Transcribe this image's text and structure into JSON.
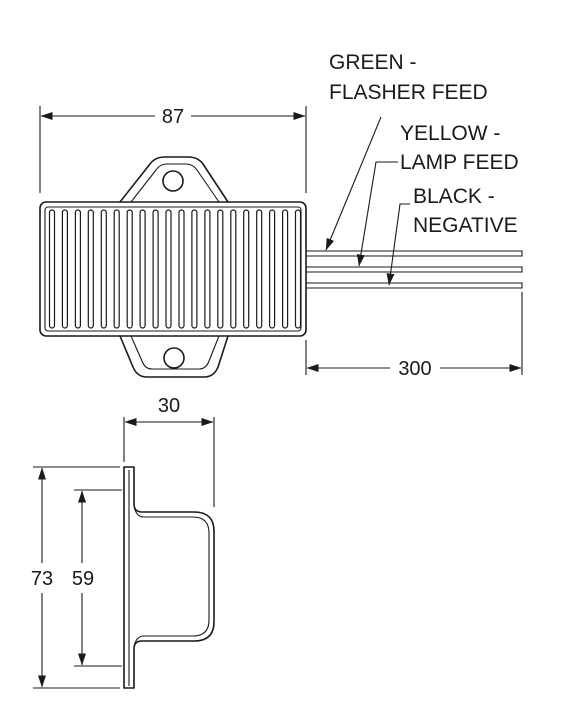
{
  "labels": {
    "green_line1": "GREEN -",
    "green_line2": "FLASHER FEED",
    "yellow_line1": "YELLOW -",
    "yellow_line2": "LAMP FEED",
    "black_line1": "BLACK -",
    "black_line2": "NEGATIVE"
  },
  "dimensions": {
    "width": "87",
    "lead_length": "300",
    "depth": "30",
    "overall_height": "73",
    "inner_height": "59"
  }
}
